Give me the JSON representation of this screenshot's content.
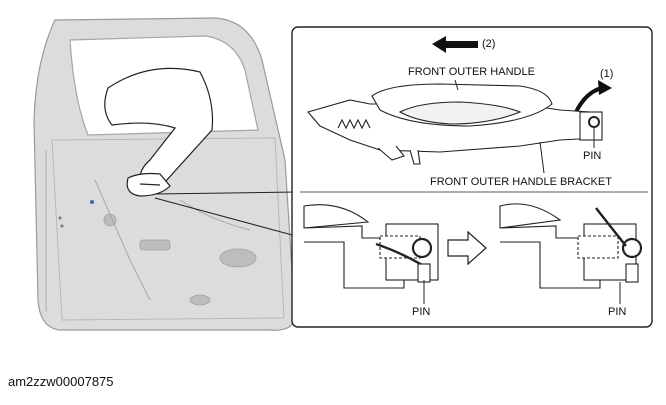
{
  "labels": {
    "step2": "(2)",
    "step1": "(1)",
    "front_outer_handle": "FRONT OUTER HANDLE",
    "front_outer_handle_bracket": "FRONT OUTER HANDLE BRACKET",
    "pin_top": "PIN",
    "pin_left": "PIN",
    "pin_right": "PIN"
  },
  "figure_code": "am2zzw00007875",
  "colors": {
    "door_fill": "#d9d9d9",
    "door_edge": "#9a9a9a",
    "callout_border": "#222222",
    "arrow": "#111111"
  }
}
